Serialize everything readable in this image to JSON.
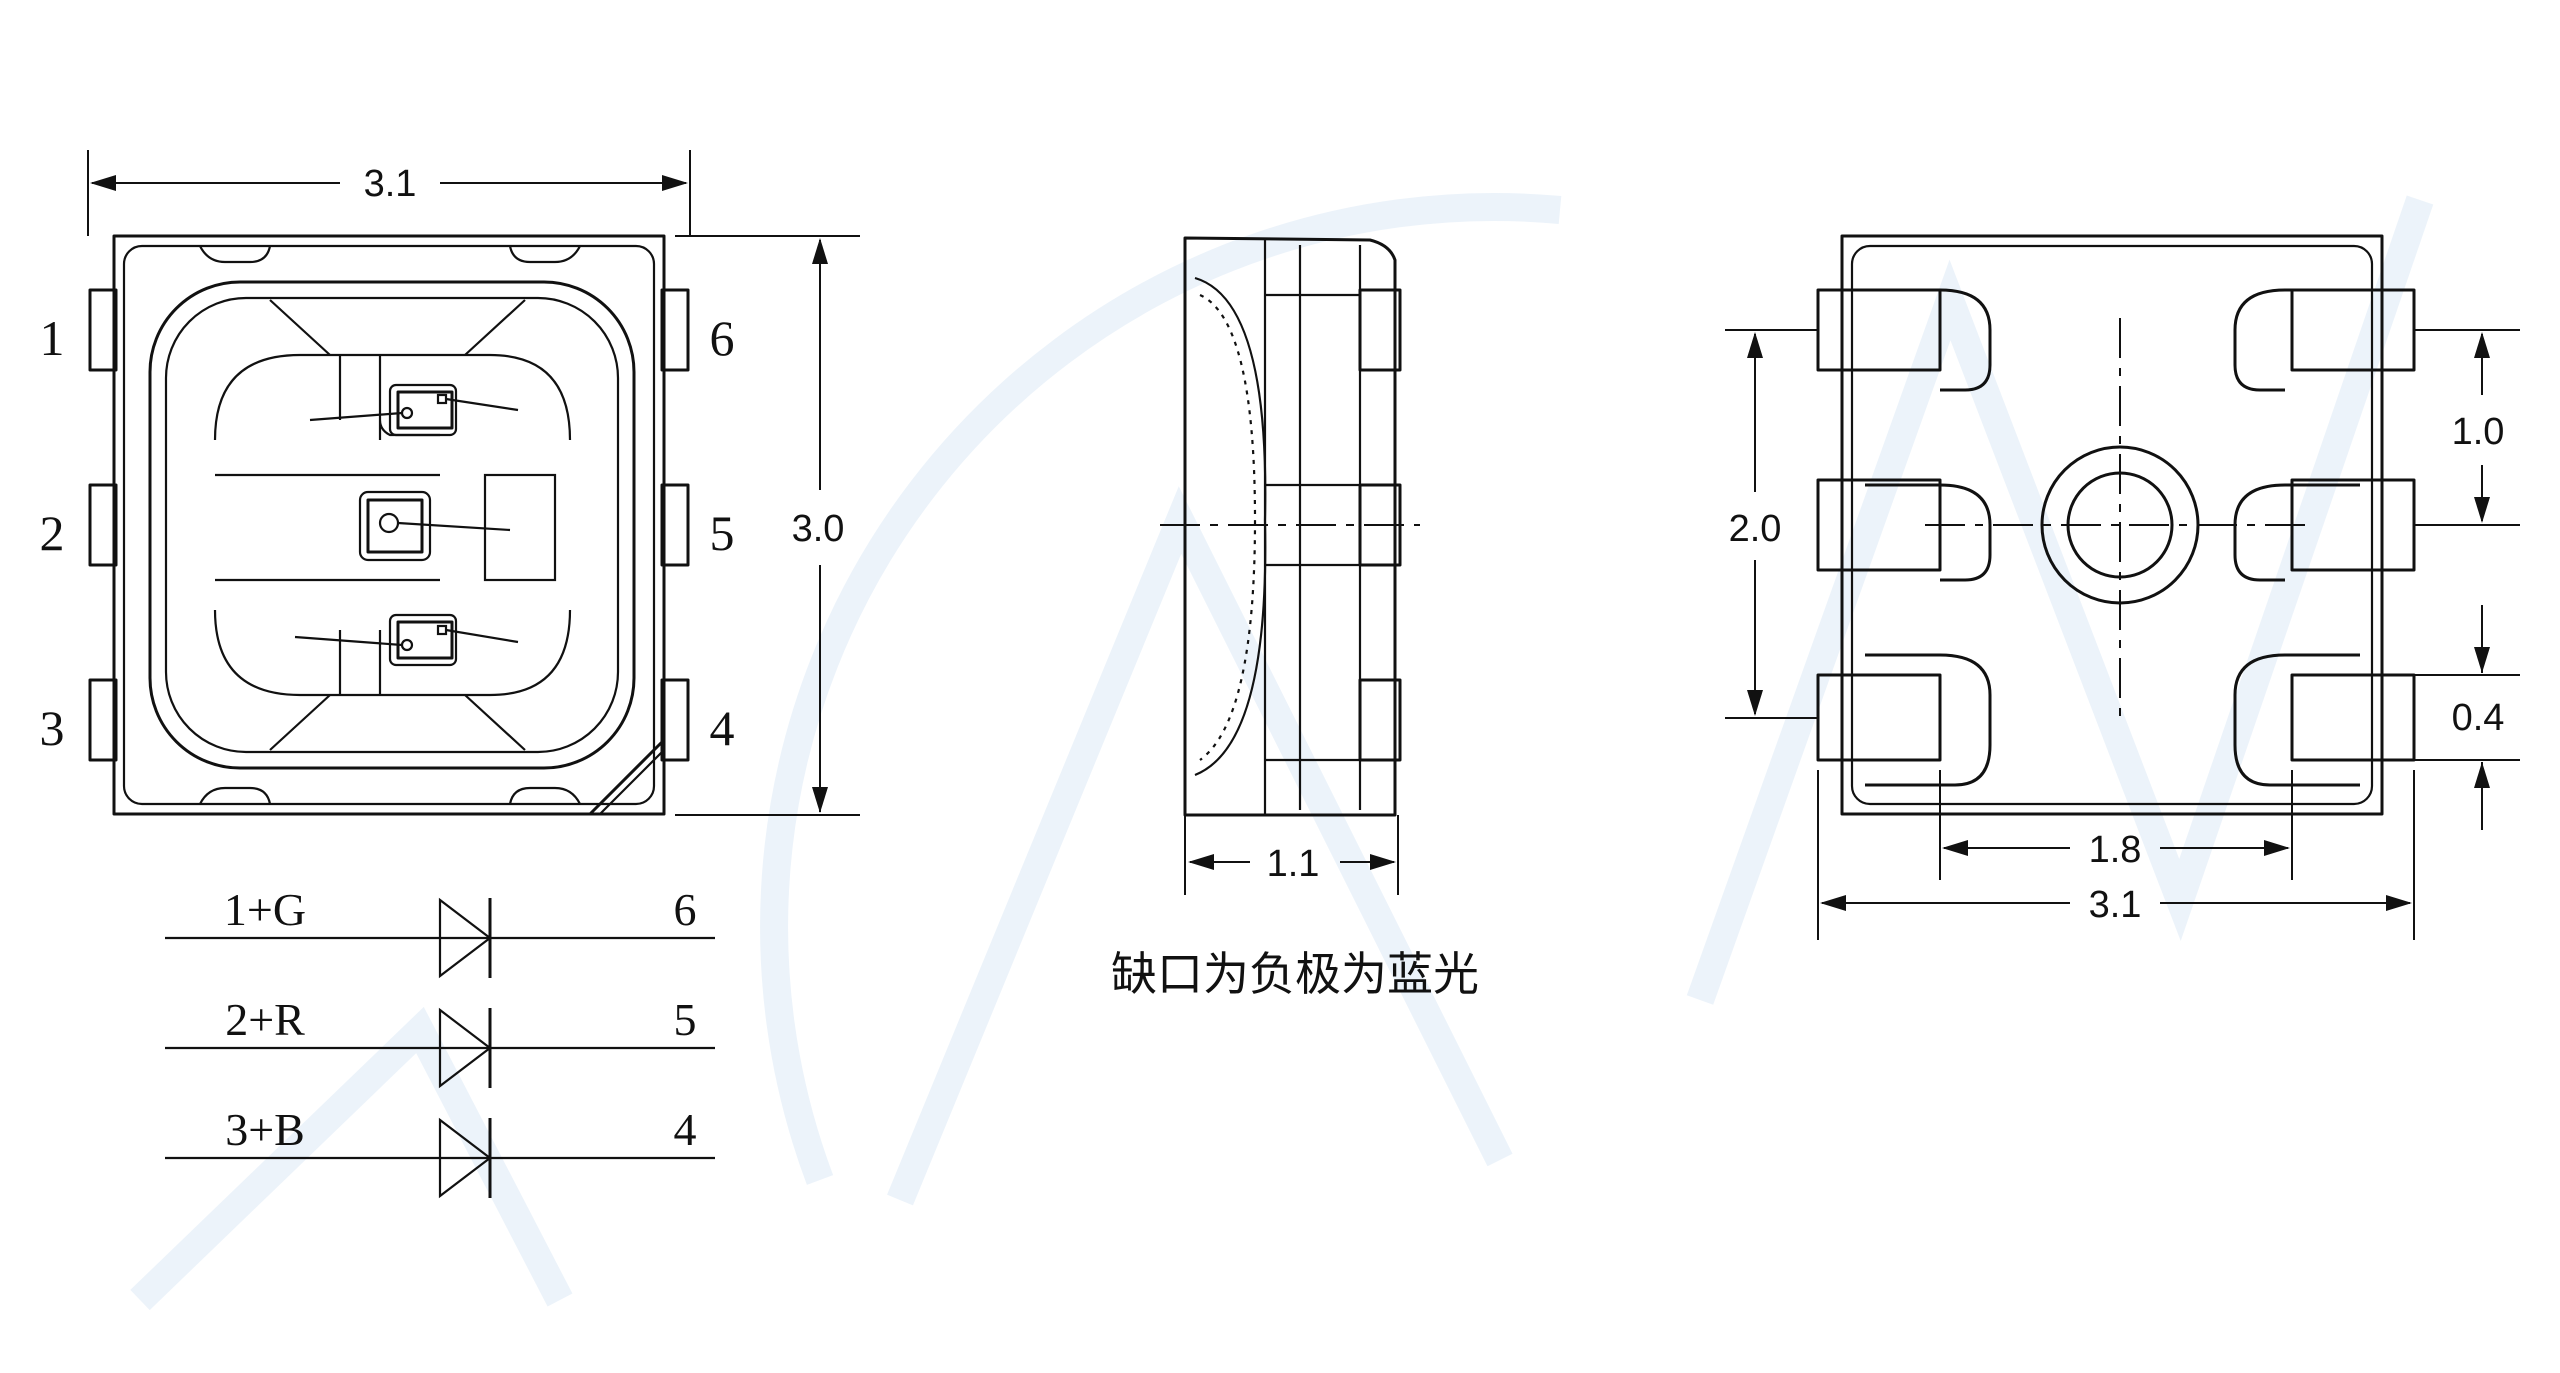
{
  "top_view": {
    "width_dim": "3.1",
    "height_dim": "3.0",
    "pins_left": [
      "1",
      "2",
      "3"
    ],
    "pins_right": [
      "6",
      "5",
      "4"
    ]
  },
  "side_view": {
    "depth_dim": "1.1",
    "note": "缺口为负极为蓝光"
  },
  "bottom_view": {
    "pad_span_dim": "2.0",
    "pad_pitch_dim": "1.0",
    "pad_width_dim": "0.4",
    "pad_spacing_dim": "1.8",
    "width_dim": "3.1"
  },
  "schematic": [
    {
      "anode_label": "1+G",
      "cathode_label": "6"
    },
    {
      "anode_label": "2+R",
      "cathode_label": "5"
    },
    {
      "anode_label": "3+B",
      "cathode_label": "4"
    }
  ],
  "colors": {
    "line": "#111111",
    "watermark": "#eaf2fa"
  }
}
